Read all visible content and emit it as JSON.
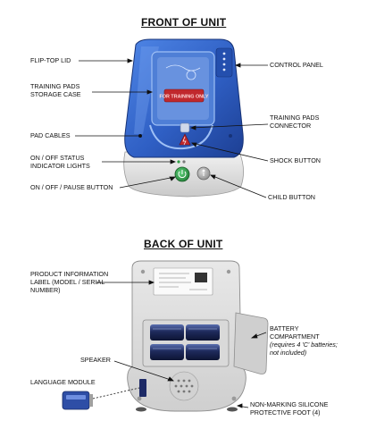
{
  "front": {
    "title": "FRONT OF UNIT",
    "labels": {
      "flip_top_lid": "FLIP-TOP LID",
      "training_pads_storage_case_1": "TRAINING PADS",
      "training_pads_storage_case_2": "STORAGE CASE",
      "pad_cables": "PAD CABLES",
      "status_lights_1": "ON / OFF STATUS",
      "status_lights_2": "INDICATOR LIGHTS",
      "power_pause_button": "ON / OFF / PAUSE BUTTON",
      "control_panel": "CONTROL PANEL",
      "training_pads_connector_1": "TRAINING PADS",
      "training_pads_connector_2": "CONNECTOR",
      "shock_button": "SHOCK BUTTON",
      "child_button": "CHILD BUTTON"
    },
    "pad_label": "FOR TRAINING ONLY"
  },
  "back": {
    "title": "BACK OF UNIT",
    "labels": {
      "product_info_1": "PRODUCT INFORMATION",
      "product_info_2": "LABEL (MODEL / SERIAL",
      "product_info_3": "NUMBER)",
      "speaker": "SPEAKER",
      "language_module": "LANGUAGE MODULE",
      "battery_1": "BATTERY",
      "battery_2": "COMPARTMENT",
      "battery_3": "(requires 4 'C' batteries;",
      "battery_4": "not included)",
      "foot_1": "NON-MARKING SILICONE",
      "foot_2": "PROTECTIVE FOOT (4)"
    }
  },
  "colors": {
    "lid_blue": "#2f5fc4",
    "lid_dark": "#1d3f93",
    "base_gray": "#e3e3e3",
    "power_green": "#2f9e45",
    "pad_red": "#c0282d"
  },
  "icons": [
    "power-icon",
    "child-icon",
    "shock-icon"
  ]
}
